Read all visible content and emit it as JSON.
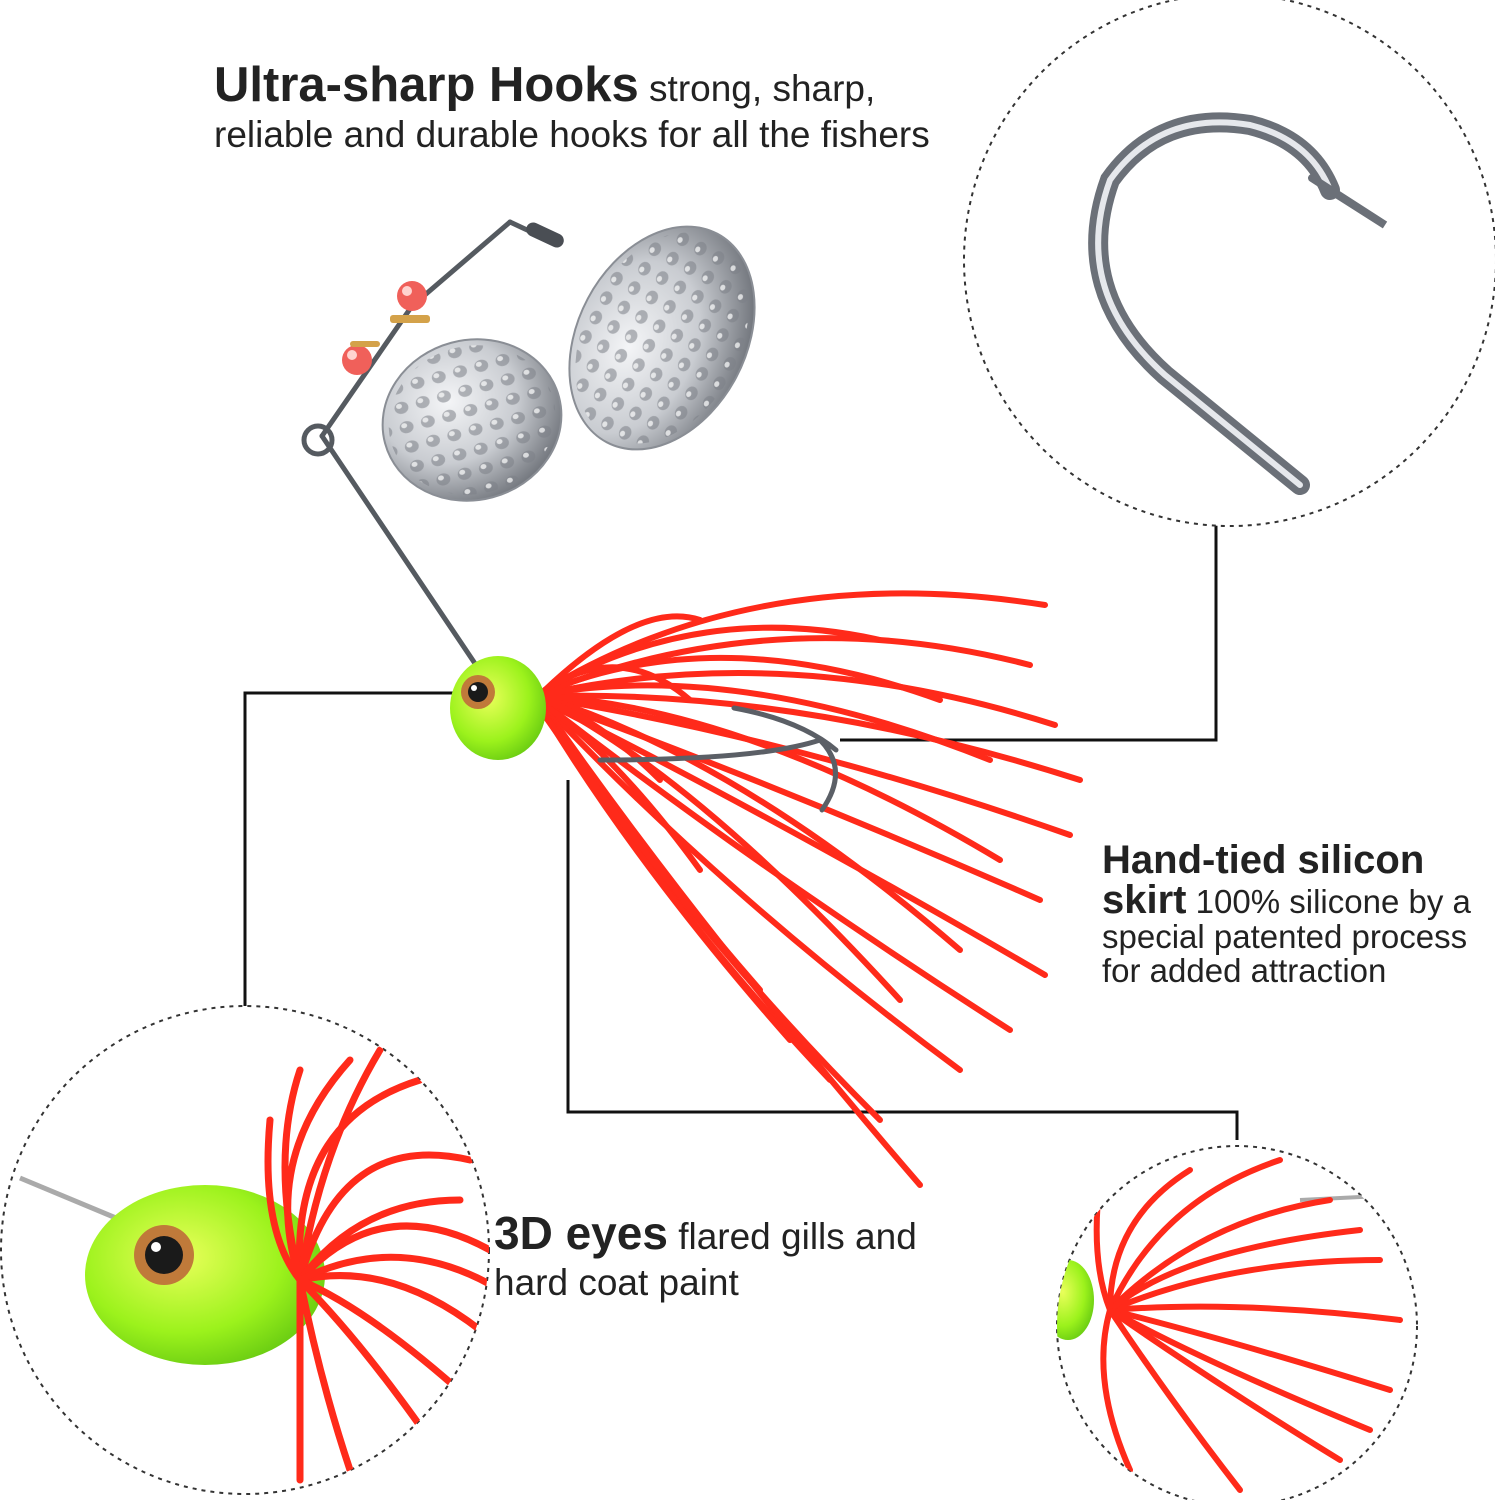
{
  "callouts": {
    "hooks": {
      "heading": "Ultra-sharp Hooks",
      "body": " strong, sharp, reliable and durable hooks for all the fishers"
    },
    "skirt": {
      "heading": "Hand-tied silicon skirt",
      "body": " 100% silicone by a special patented process for added attraction"
    },
    "eyes": {
      "heading": "3D eyes",
      "body": " flared gills and hard coat paint"
    }
  },
  "colors": {
    "skirt": "#ff2a1a",
    "head": "#9cf21c",
    "blade": "#c9ccd1",
    "wire": "#555a60",
    "bead": "#f0605a",
    "leader": "#111111",
    "text": "#222222"
  }
}
